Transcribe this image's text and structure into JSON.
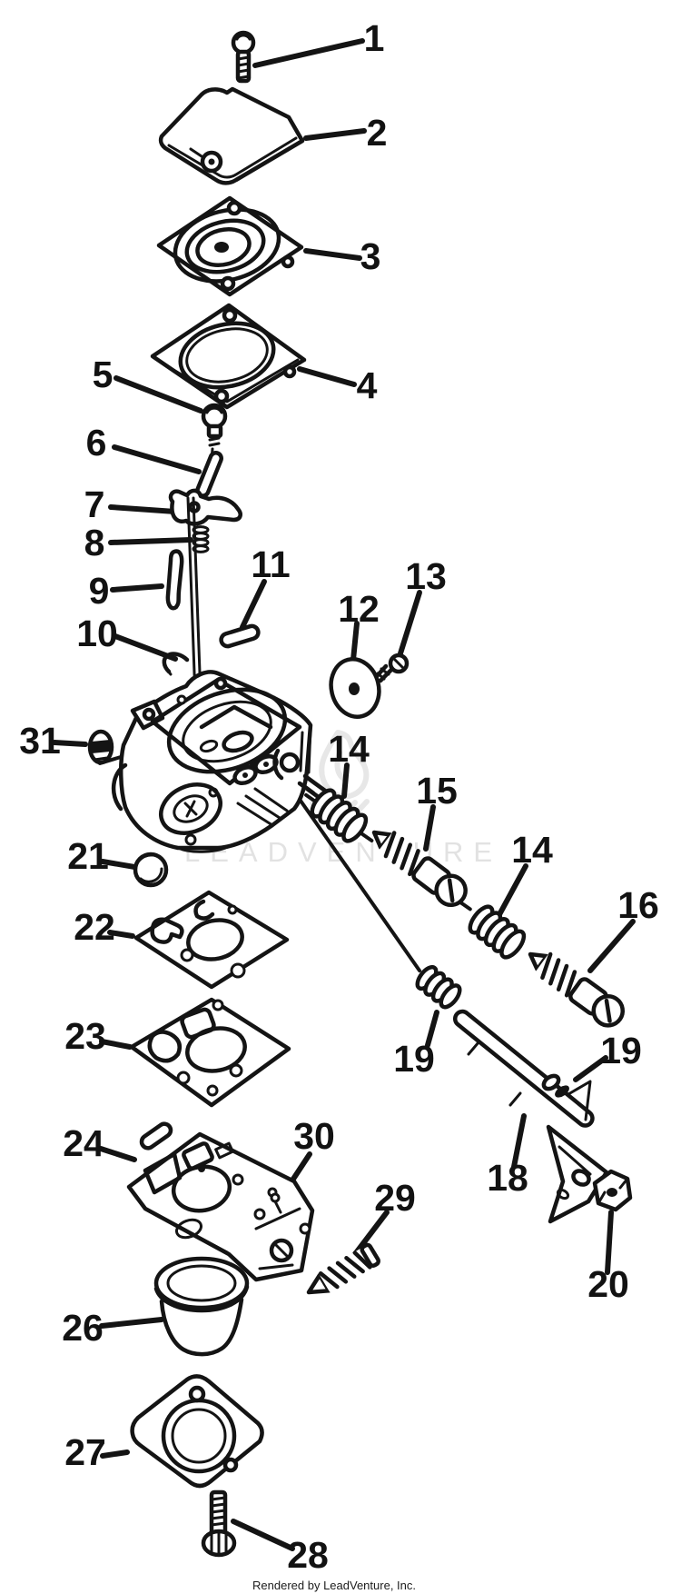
{
  "diagram": {
    "kind": "exploded parts diagram (carburetor)",
    "callouts": [
      {
        "label": "1"
      },
      {
        "label": "2"
      },
      {
        "label": "3"
      },
      {
        "label": "4"
      },
      {
        "label": "5"
      },
      {
        "label": "6"
      },
      {
        "label": "7"
      },
      {
        "label": "8"
      },
      {
        "label": "9"
      },
      {
        "label": "10"
      },
      {
        "label": "11"
      },
      {
        "label": "12"
      },
      {
        "label": "13"
      },
      {
        "label": "31"
      },
      {
        "label": "14"
      },
      {
        "label": "15"
      },
      {
        "label": "14"
      },
      {
        "label": "16"
      },
      {
        "label": "19"
      },
      {
        "label": "19"
      },
      {
        "label": "18"
      },
      {
        "label": "20"
      },
      {
        "label": "21"
      },
      {
        "label": "22"
      },
      {
        "label": "23"
      },
      {
        "label": "24"
      },
      {
        "label": "30"
      },
      {
        "label": "29"
      },
      {
        "label": "26"
      },
      {
        "label": "27"
      },
      {
        "label": "28"
      }
    ],
    "watermark": {
      "text": "LEADVENTURE"
    },
    "footer": {
      "text": "Rendered by LeadVenture, Inc."
    }
  }
}
